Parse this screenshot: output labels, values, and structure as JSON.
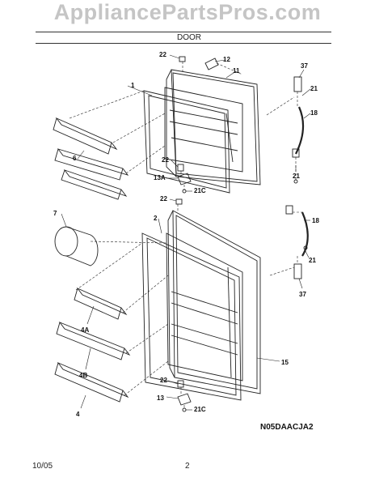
{
  "header": {
    "section_title": "DOOR",
    "watermark": "AppliancePartsPros.com"
  },
  "diagram_code": "N05DAACJA2",
  "footer": {
    "date": "10/05",
    "page": "2"
  },
  "callouts": {
    "c22a": "22",
    "c12": "12",
    "c11": "11",
    "c37a": "37",
    "c21a": "21",
    "c18a": "18",
    "c1": "1",
    "c6": "6",
    "c22b": "22",
    "c13a": "13A",
    "c21c_a": "21C",
    "c21b": "21",
    "c22c": "22",
    "c7": "7",
    "c2": "2",
    "c18b": "18",
    "c21d": "21",
    "c37b": "37",
    "c4a": "4A",
    "c4b": "4B",
    "c4": "4",
    "c15": "15",
    "c22d": "22",
    "c13": "13",
    "c21c_b": "21C"
  }
}
